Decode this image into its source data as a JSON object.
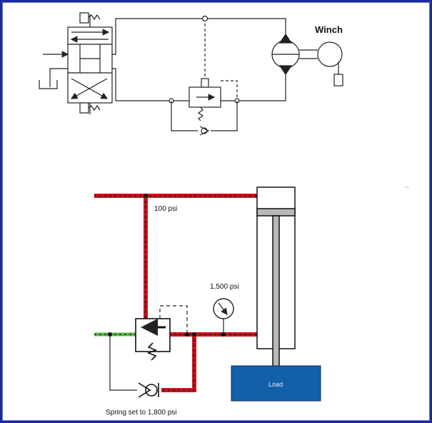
{
  "winch_circuit": {
    "title_label": "Winch"
  },
  "cylinder_circuit": {
    "pressure_top_label": "100 psi",
    "gauge_label": "1,500 psi",
    "spring_label": "Spring set to 1,800 psi",
    "load_label": "Load"
  },
  "colors": {
    "frame": "#1a2a9a",
    "pressure_line": "#c8141e",
    "return_line": "#5ab44a",
    "load_block": "#1460a8",
    "line": "#222222"
  }
}
